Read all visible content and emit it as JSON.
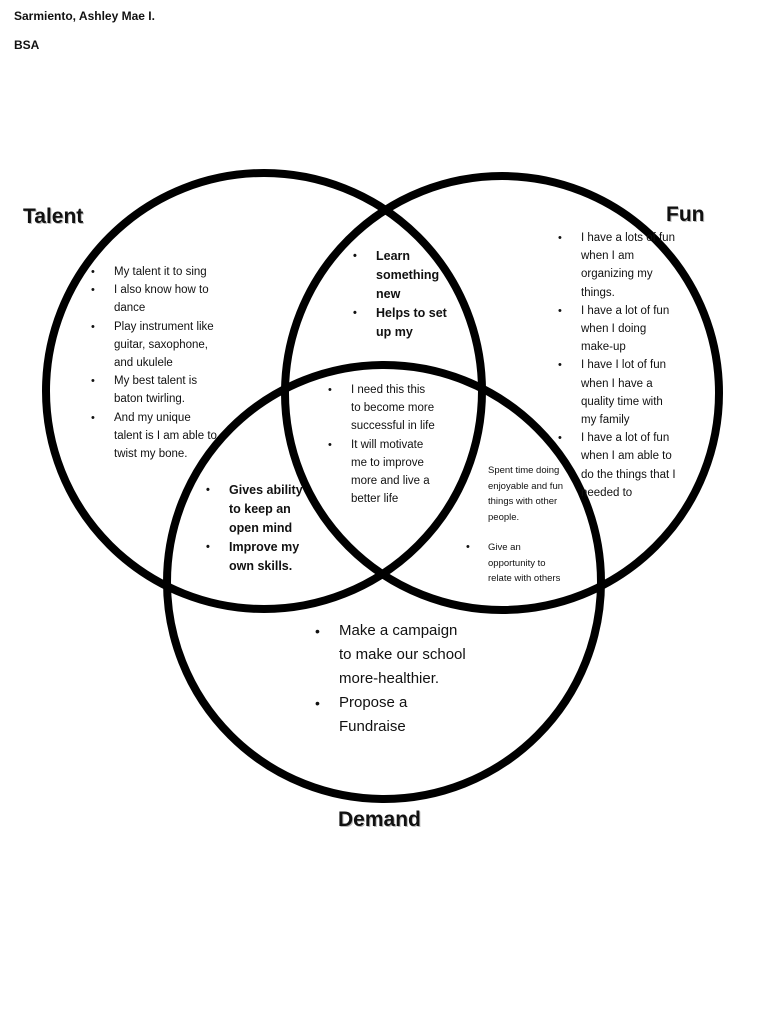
{
  "header": {
    "author": "Sarmiento, Ashley Mae I.",
    "program": "BSA"
  },
  "labels": {
    "talent": "Talent",
    "fun": "Fun",
    "demand": "Demand"
  },
  "talent_only": [
    "My talent it to sing",
    "I also know how to dance",
    "Play instrument like guitar, saxophone, and ukulele",
    "My best talent is baton twirling.",
    "And my unique talent is I am able to twist my bone."
  ],
  "fun_only": [
    "I have a lots of fun when I am organizing my things.",
    "I have a lot of fun when I doing make-up",
    "I have I lot of fun when I have a quality time with my family",
    "I have a lot of fun when I am able to do the things that I needed to"
  ],
  "talent_fun": [
    "Learn something new",
    "Helps to set up my"
  ],
  "talent_demand": [
    "Gives ability to keep an open mind",
    "Improve my own skills."
  ],
  "fun_demand": {
    "first": "Spent time doing enjoyable and fun things with other people.",
    "items": [
      "Give an opportunity to relate with others"
    ]
  },
  "center": [
    "I need this this to become more successful in life",
    "It will motivate me to improve more and live a better life"
  ],
  "demand_only": [
    "Make a campaign to make our school more-healthier.",
    "Propose a Fundraise"
  ]
}
